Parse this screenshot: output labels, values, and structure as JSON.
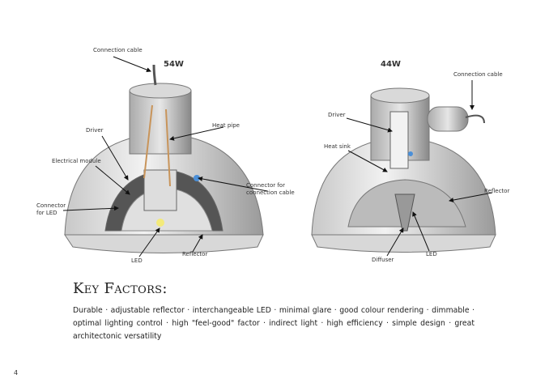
{
  "left_figure": {
    "wattage": "54W",
    "labels": {
      "connection_cable": "Connection cable",
      "heat_pipe": "Heat pipe",
      "driver": "Driver",
      "electrical_module": "Electrical module",
      "connector_cable_1": "Connector for",
      "connector_cable_2": "connection cable",
      "connector_led_1": "Connector",
      "connector_led_2": "for LED",
      "led": "LED",
      "reflector": "Reflector"
    }
  },
  "right_figure": {
    "wattage": "44W",
    "labels": {
      "connection_cable": "Connection cable",
      "driver": "Driver",
      "heat_sink": "Heat sink",
      "reflector": "Reflector",
      "diffuser": "Diffuser",
      "led": "LED"
    }
  },
  "key_factors": {
    "title": "Key Factors:",
    "text": "Durable · adjustable reflector · interchangeable LED · minimal glare · good colour rendering · dimmable · optimal lighting control · high \"feel-good\" factor · indirect light · high efficiency · simple design · great architectonic versatility"
  },
  "page_number": "4"
}
